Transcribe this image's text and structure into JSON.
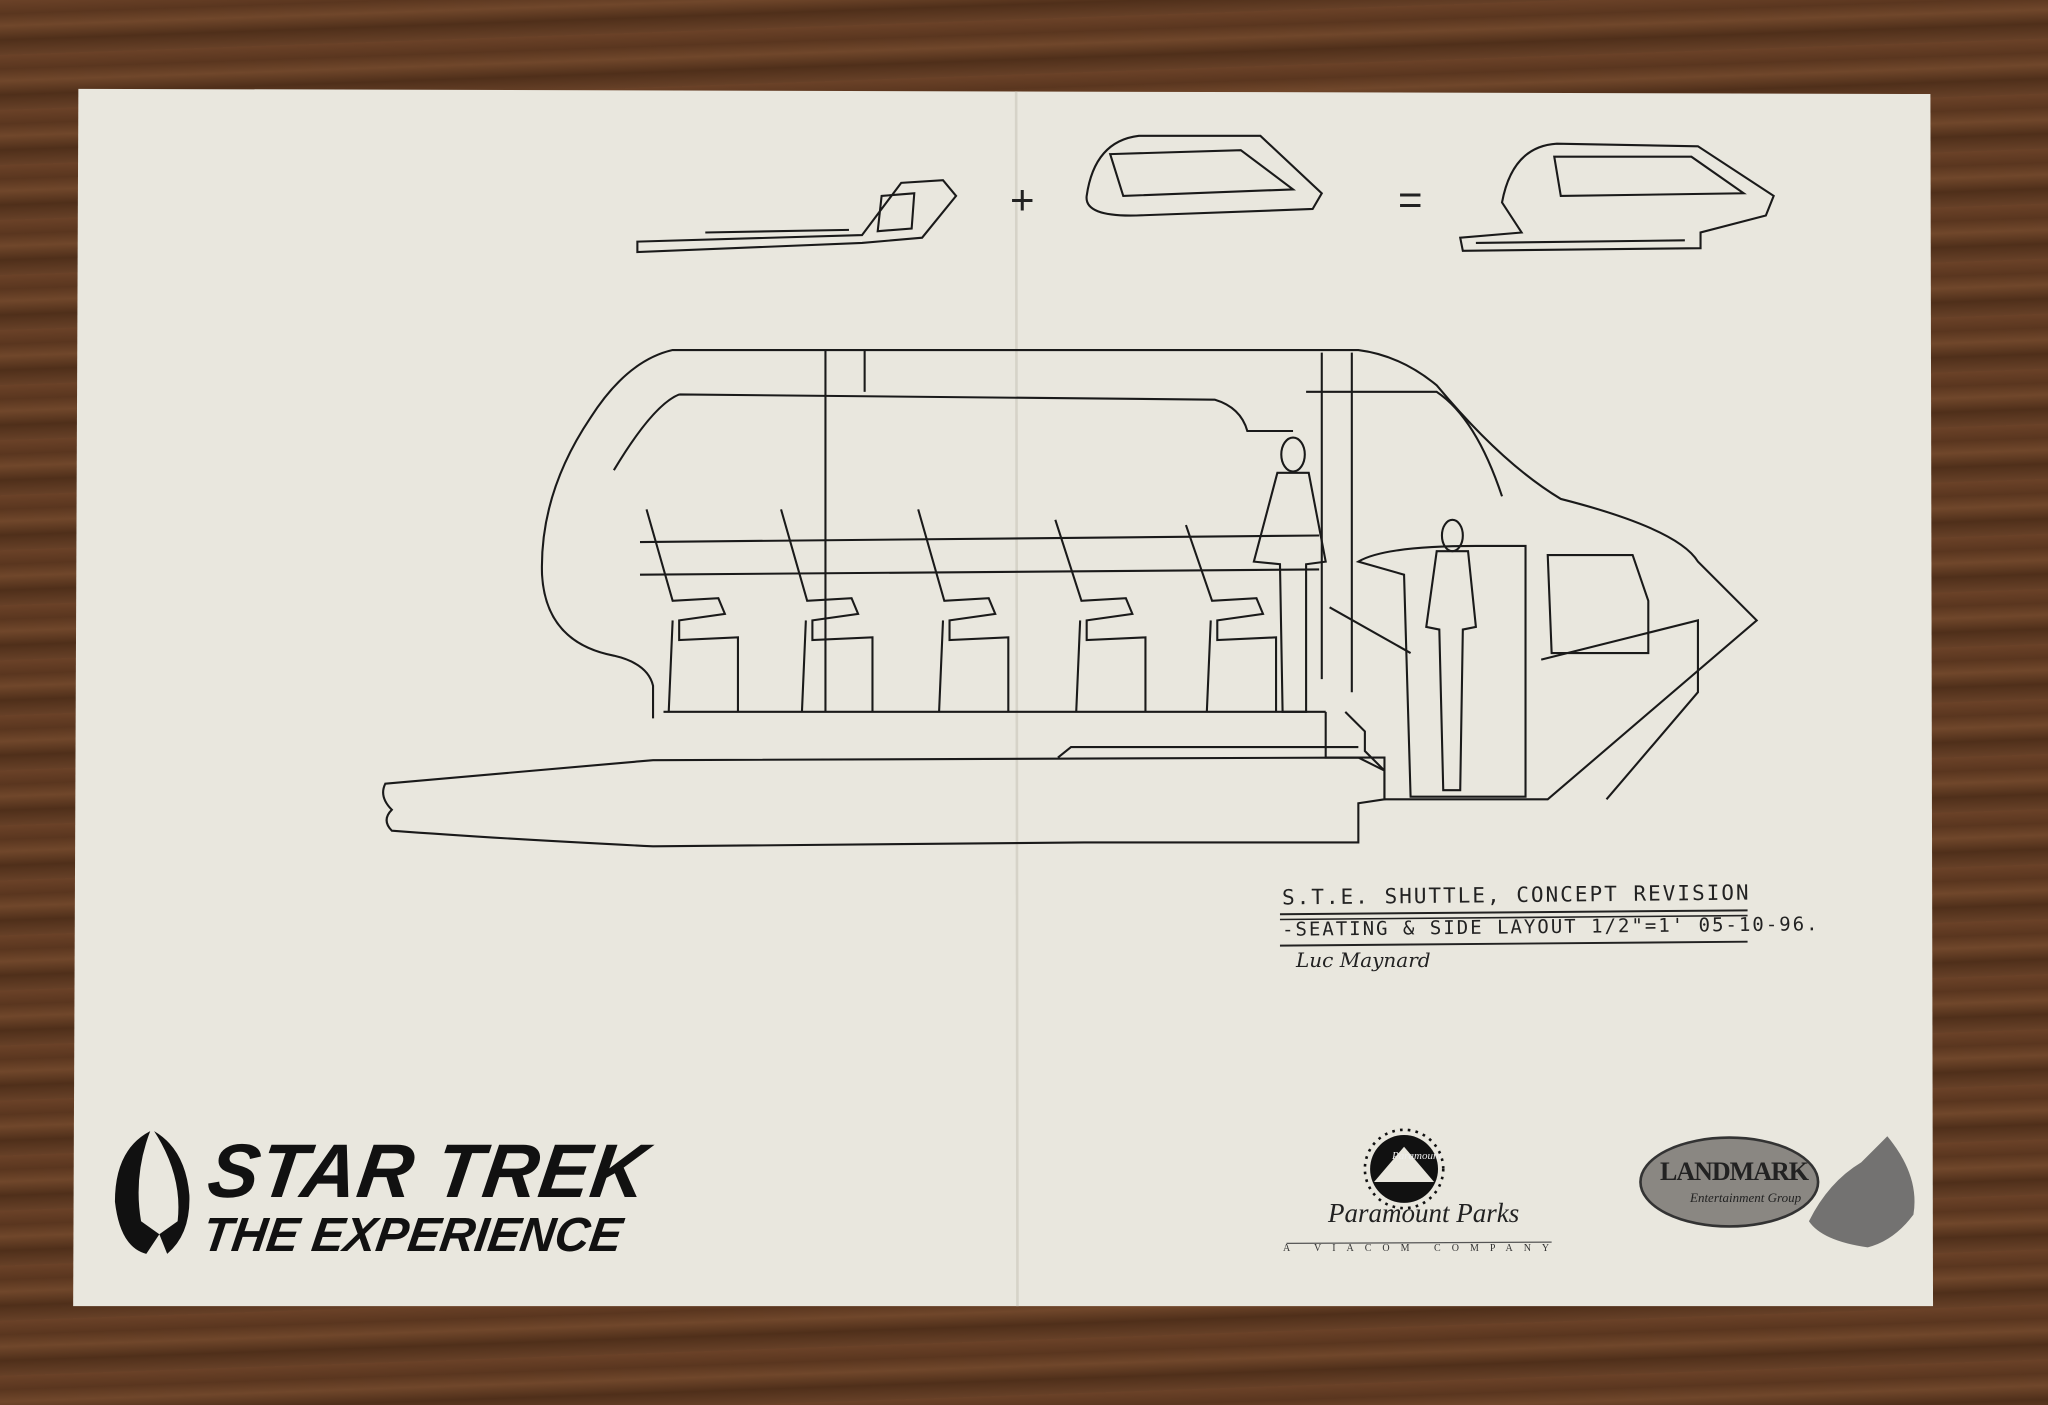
{
  "drawing": {
    "equation": {
      "plus": "+",
      "equals": "="
    },
    "title_block": {
      "line1": "S.T.E. SHUTTLE, CONCEPT REVISION",
      "line2": "-SEATING & SIDE LAYOUT 1/2\"=1' 05-10-96.",
      "signature": "Luc Maynard"
    }
  },
  "logos": {
    "star_trek": {
      "line1": "STAR TREK",
      "line2": "THE EXPERIENCE"
    },
    "paramount": {
      "badge": "Paramount",
      "name": "Paramount Parks",
      "tagline": "A VIACOM COMPANY"
    },
    "landmark": {
      "name": "LANDMARK",
      "sub": "Entertainment Group"
    }
  },
  "colors": {
    "paper": "#e9e7de",
    "ink": "#1a1a1a",
    "wood": "#5e3a22"
  }
}
